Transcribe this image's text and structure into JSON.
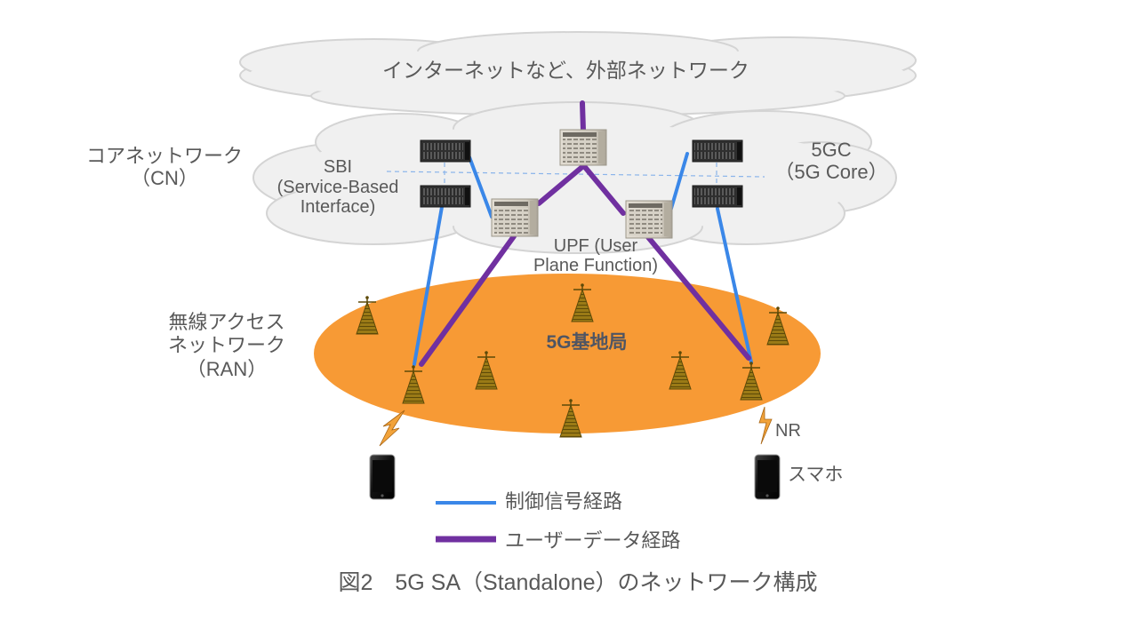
{
  "diagram": {
    "title": "図2　5G SA（Standalone）のネットワーク構成",
    "external_network": {
      "label": "インターネットなど、外部ネットワーク"
    },
    "core_network": {
      "label_lines": [
        "コアネットワーク",
        "（CN）"
      ],
      "sbi_lines": [
        "SBI",
        "(Service-Based",
        "Interface)"
      ],
      "fivegc_lines": [
        "5GC",
        "（5G Core）"
      ],
      "upf_lines": [
        "UPF (User",
        "Plane Function)"
      ]
    },
    "ran": {
      "label_lines": [
        "無線アクセス",
        "ネットワーク",
        "（RAN）"
      ],
      "base_station_label": "5G基地局"
    },
    "device": {
      "radio_label": "NR",
      "phone_label": "スマホ"
    },
    "legend": [
      {
        "label": "制御信号経路",
        "color": "#3a87e8",
        "style": "thin"
      },
      {
        "label": "ユーザーデータ経路",
        "color": "#7030a0",
        "style": "thick"
      }
    ],
    "colors": {
      "control_path": "#3a87e8",
      "user_data_path": "#7030a0",
      "ran_area": "#f79a35",
      "cloud_fill": "#f0f0f0",
      "cloud_stroke": "#d0d0d0",
      "tower": "#8a6d12",
      "bolt": "#f2a33a",
      "text": "#595959"
    }
  }
}
